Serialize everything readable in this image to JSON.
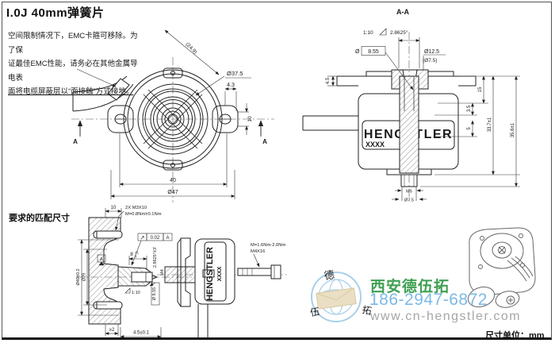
{
  "page": {
    "title": "I.0J 40mm弹簧片",
    "unit_label": "尺寸单位：mm"
  },
  "emc_note": {
    "line1": "空间限制情况下，EMC卡箍可移除。为了保",
    "line2": "证最佳EMC性能，请务必在其他金属导电表",
    "line3": "面将电缆屏蔽层以“面接触”方式接地。"
  },
  "front_view": {
    "dim_diagonal": "(24.9)",
    "dim_body_dia": "Ø37.5",
    "dim_tab": "4.3",
    "dim_slot": "10",
    "dim_holes": "40",
    "dim_outer": "Ø47",
    "section_letter": "A"
  },
  "section_view": {
    "title": "A-A",
    "taper_ratio": "1:10",
    "taper_angle": "2.8625°",
    "dia_symbol": "Ø",
    "cone_dia": "8.55",
    "dim_hub_dia": "Ø12.5",
    "dim_bore_dia": "(Ø7.5)",
    "dim_sheet": "4.5",
    "dim_15": "15",
    "dim_3_5": "3.5",
    "dim_5": "5",
    "dim_33_7": "33.7±1",
    "dim_35_6": "35.6±1",
    "dim_thread": "M5",
    "dim_stub_dia": "Ø7.5",
    "brand": "HENGSTLER",
    "brand_code": "XXXX"
  },
  "mating_view": {
    "title": "要求的匹配尺寸",
    "dim_plate": "10",
    "screw_note1": "2X M3X10",
    "screw_note2": "M=0.8Nm±0.1Nm",
    "runout_symbol": "↗",
    "runout_value": "0.02",
    "runout_datum": "A",
    "datum_label": "A",
    "dim_len": "8",
    "dim_len_tol_up": "+1",
    "dim_len_tol_dn": "0",
    "dim_angle": "2.8625°±3'",
    "dim_thread": "M4",
    "taper_ratio": "1:10",
    "dim_cone_dia": "Ø 8.55",
    "dim_pilot": "Ø40±0.2",
    "dim_recess": "Ø29",
    "dim_clearance": "≥2",
    "dim_stickout": "4.5±0.1",
    "screw_side1": "M=1.6Nm-2.0Nm",
    "screw_side2": "M4X16",
    "brand": "HENGSTLER",
    "brand_code": "XXXX"
  },
  "watermark": {
    "company": "西安德伍拓",
    "phone": "186-2947-6872",
    "website": "www.cn-hengstler.com",
    "globe_top": "德",
    "globe_left": "伍",
    "globe_right": "拓",
    "colors": {
      "company_green": "#3fa052",
      "phone_blue": "#7cb9e5",
      "website_gray": "#a6a6a6",
      "globe_blue": "#a9cfe9",
      "envelope_beige": "#eadfc4"
    }
  }
}
